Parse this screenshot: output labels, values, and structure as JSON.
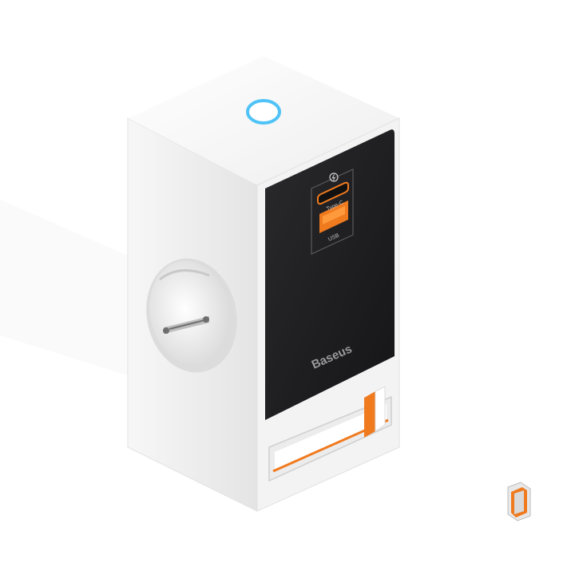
{
  "product": {
    "brand": "Baseus",
    "port_c_label": "Type-C",
    "port_usb_label": "USB"
  },
  "colors": {
    "body": "#f1f1f1",
    "panel": "#1c1c1e",
    "accent_orange": "#f07a1e",
    "ring_blue": "#4fc3f7"
  },
  "icons": {
    "power_ring": "power-indicator-ring",
    "bolt": "lightning-bolt-icon",
    "socket": "eu-schuko-socket",
    "cable_tip": "usb-c-plug"
  }
}
